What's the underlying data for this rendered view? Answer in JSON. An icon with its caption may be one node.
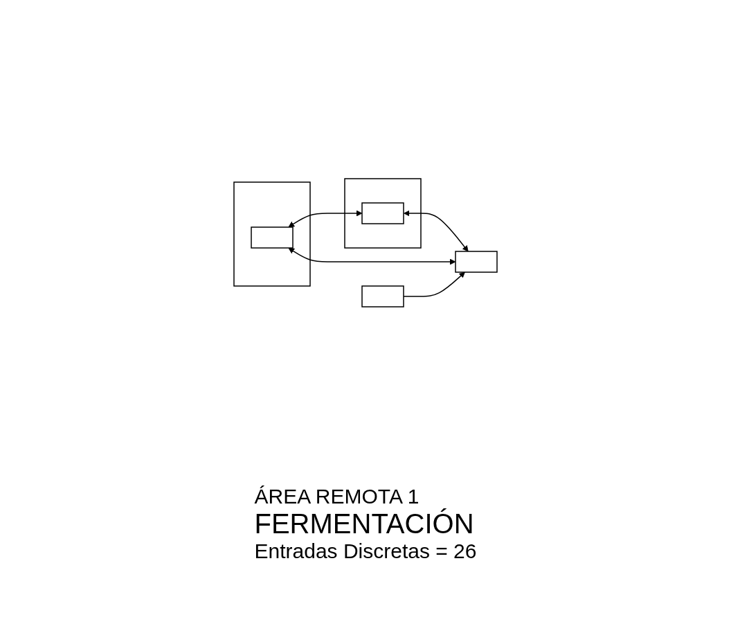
{
  "diagram": {
    "nodes": [
      {
        "text": [],
        "shape": "box"
      },
      {
        "text": [],
        "shape": "box",
        "in": 0
      },
      {
        "text": [],
        "shape": "box"
      },
      {
        "text": [],
        "shape": "box"
      },
      {
        "text": [],
        "shape": "box"
      },
      {
        "text": [],
        "shape": "box",
        "in": 4
      }
    ],
    "edges": [
      {
        "from": 1,
        "to": 2,
        "arrow": "both"
      },
      {
        "from": 5,
        "to": 1,
        "arrow": "both"
      },
      {
        "from": 5,
        "to": 2,
        "arrow": "both"
      },
      {
        "from": 3,
        "to": 2,
        "arrow": "to"
      }
    ],
    "labels": [
      "ÁREA REMOTA 1",
      "FERMENTACIÓN",
      "Entradas Discretas = 26"
    ]
  }
}
